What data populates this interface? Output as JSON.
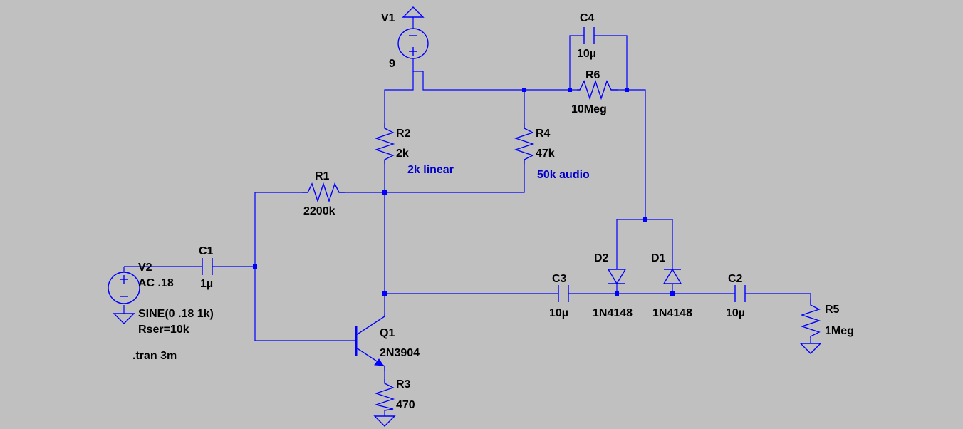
{
  "components": {
    "v1": {
      "name": "V1",
      "value": "9"
    },
    "v2": {
      "name": "V2",
      "value": "AC .18",
      "source": "SINE(0 .18 1k)",
      "rser": "Rser=10k"
    },
    "c1": {
      "name": "C1",
      "value": "1µ"
    },
    "c2": {
      "name": "C2",
      "value": "10µ"
    },
    "c3": {
      "name": "C3",
      "value": "10µ"
    },
    "c4": {
      "name": "C4",
      "value": "10µ"
    },
    "r1": {
      "name": "R1",
      "value": "2200k"
    },
    "r2": {
      "name": "R2",
      "value": "2k"
    },
    "r3": {
      "name": "R3",
      "value": "470"
    },
    "r4": {
      "name": "R4",
      "value": "47k"
    },
    "r5": {
      "name": "R5",
      "value": "1Meg"
    },
    "r6": {
      "name": "R6",
      "value": "10Meg"
    },
    "d1": {
      "name": "D1",
      "value": "1N4148"
    },
    "d2": {
      "name": "D2",
      "value": "1N4148"
    },
    "q1": {
      "name": "Q1",
      "value": "2N3904"
    }
  },
  "notes": {
    "r2_note": "2k linear",
    "r4_note": "50k audio"
  },
  "directive": ".tran 3m",
  "colors": {
    "background": "#c0c0c0",
    "wire": "#0000ff",
    "label": "#000000",
    "comment": "#0000cc"
  }
}
